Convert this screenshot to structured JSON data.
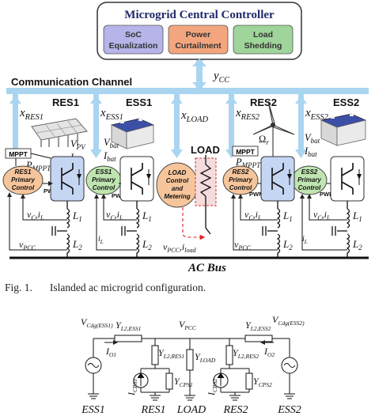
{
  "controller": {
    "title": "Microgrid Central Controller",
    "functions": [
      {
        "label_lines": [
          "SoC",
          "Equalization"
        ],
        "color": "#b6b4e8"
      },
      {
        "label_lines": [
          "Power",
          "Curtailment"
        ],
        "color": "#f3a67e"
      },
      {
        "label_lines": [
          "Load",
          "Shedding"
        ],
        "color": "#9fd49a"
      }
    ]
  },
  "channel_label": "Communication Channel",
  "y_cc": {
    "sym": "y",
    "sub": "CC"
  },
  "units": [
    {
      "name": "RES1",
      "x_sym": "x",
      "x_sub": "RES1",
      "ctrl_lines": [
        "RES1",
        "Primary",
        "Control"
      ],
      "ctrl_color": "#f6c59b"
    },
    {
      "name": "ESS1",
      "x_sym": "x",
      "x_sub": "ESS1",
      "ctrl_lines": [
        "ESS1",
        "Primary",
        "Control"
      ],
      "ctrl_color": "#bfe5b0"
    },
    {
      "name": "LOAD",
      "x_sym": "x",
      "x_sub": "LOAD",
      "ctrl_lines": [
        "LOAD",
        "Control",
        "and",
        "Metering"
      ],
      "ctrl_color": "#f6c59b"
    },
    {
      "name": "RES2",
      "x_sym": "x",
      "x_sub": "RES2",
      "ctrl_lines": [
        "RES2",
        "Primary",
        "Control"
      ],
      "ctrl_color": "#f6c59b"
    },
    {
      "name": "ESS2",
      "x_sym": "x",
      "x_sub": "ESS2",
      "ctrl_lines": [
        "ESS2",
        "Primary",
        "Control"
      ],
      "ctrl_color": "#bfe5b0"
    }
  ],
  "labels": {
    "mppt": "MPPT",
    "pwm": "PWM",
    "ac_bus": "AC Bus",
    "v_pv": "V",
    "v_pv_sub": "PV",
    "i_pv": "I",
    "i_pv_sub": "PV",
    "p_mppt": "P",
    "p_mppt_sub": "MPPT",
    "v_bat": "V",
    "v_bat_sub": "bat",
    "i_bat": "I",
    "i_bat_sub": "bat",
    "omega": "Ω",
    "omega_sub": "r",
    "vc_il": "v",
    "vc_sub": "C",
    "il_sym": "i",
    "il_sub": "L",
    "v_pcc": "v",
    "v_pcc_sub": "PCC",
    "i_l2": "i",
    "i_l2_sub": "L",
    "l1": "L",
    "l1_sub": "1",
    "l2": "L",
    "l2_sub": "2",
    "load_vi": "v",
    "load_vi_sub1": "PCC",
    "load_i": "i",
    "load_i_sub": "load"
  },
  "caption": {
    "fig": "Fig. 1.",
    "text": "Islanded ac microgrid configuration."
  },
  "circuit": {
    "vcdg1": {
      "sym": "V",
      "sub": "Cdg(ESS1)"
    },
    "yl2ess1": {
      "sym": "Y",
      "sub": "L2,ESS1"
    },
    "io1": {
      "sym": "I",
      "sub": "O1"
    },
    "vpcc": {
      "sym": "V",
      "sub": "PCC"
    },
    "yl2ess2": {
      "sym": "Y",
      "sub": "L2,ESS2"
    },
    "vcdg2": {
      "sym": "V",
      "sub": "Cdg(ESS2)"
    },
    "io2": {
      "sym": "I",
      "sub": "O2"
    },
    "yl2res1": {
      "sym": "Y",
      "sub": "L2,RES1"
    },
    "yload": {
      "sym": "Y",
      "sub": "LOAD"
    },
    "yl2res2": {
      "sym": "Y",
      "sub": "L2,RES2"
    },
    "icps1": {
      "sym": "I",
      "sub": "CPS1"
    },
    "ycps1": {
      "sym": "Y",
      "sub": "CPS1"
    },
    "icps2": {
      "sym": "I",
      "sub": "CPS2"
    },
    "ycps2": {
      "sym": "Y",
      "sub": "CPS2"
    },
    "bottom_labels": [
      "ESS1",
      "RES1",
      "LOAD",
      "RES2",
      "ESS2"
    ]
  }
}
